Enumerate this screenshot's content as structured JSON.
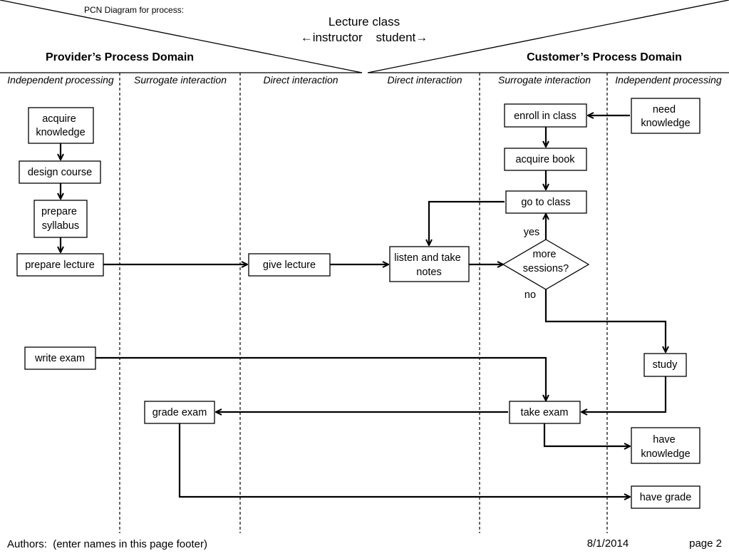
{
  "header": {
    "caption": "PCN Diagram for process:",
    "process_name": "Lecture class",
    "direction_labels": "←instructor    student→",
    "provider_domain": "Provider’s Process Domain",
    "customer_domain": "Customer’s Process Domain"
  },
  "regions": {
    "provider_independent": "Independent processing",
    "provider_surrogate": "Surrogate interaction",
    "provider_direct": "Direct interaction",
    "customer_direct": "Direct interaction",
    "customer_surrogate": "Surrogate interaction",
    "customer_independent": "Independent processing"
  },
  "steps": {
    "acquire_knowledge": [
      "acquire",
      "knowledge"
    ],
    "design_course": [
      "design course"
    ],
    "prepare_syllabus": [
      "prepare",
      "syllabus"
    ],
    "prepare_lecture": [
      "prepare lecture"
    ],
    "give_lecture": [
      "give lecture"
    ],
    "listen_take_notes": [
      "listen and take",
      "notes"
    ],
    "more_sessions": [
      "more",
      "sessions?"
    ],
    "need_knowledge": [
      "need",
      "knowledge"
    ],
    "enroll_in_class": [
      "enroll in class"
    ],
    "acquire_book": [
      "acquire book"
    ],
    "go_to_class": [
      "go to class"
    ],
    "write_exam": [
      "write exam"
    ],
    "study": [
      "study"
    ],
    "grade_exam": [
      "grade exam"
    ],
    "take_exam": [
      "take exam"
    ],
    "have_knowledge": [
      "have",
      "knowledge"
    ],
    "have_grade": [
      "have grade"
    ]
  },
  "decision": {
    "yes_label": "yes",
    "no_label": "no"
  },
  "footer": {
    "authors": "Authors:  (enter names in this page footer)",
    "date": "8/1/2014",
    "page": "page 2"
  }
}
